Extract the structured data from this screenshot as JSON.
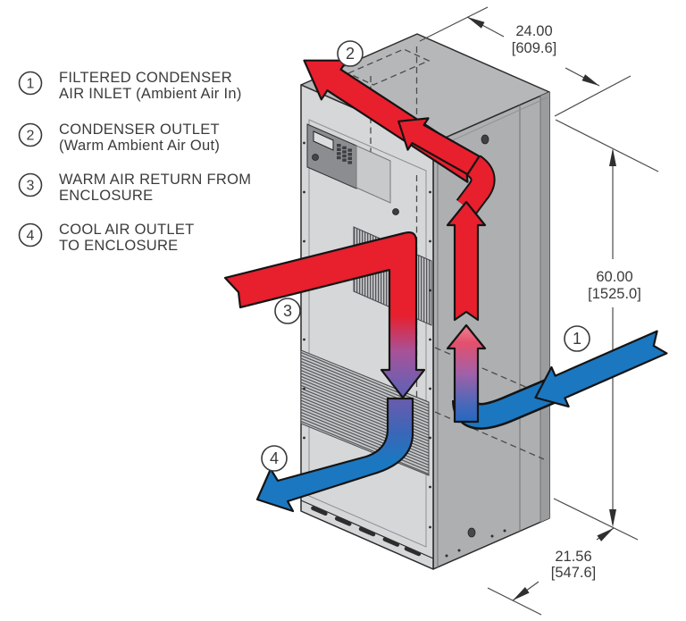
{
  "legend": {
    "items": [
      {
        "num": "1",
        "line1": "FILTERED CONDENSER",
        "line2": "AIR INLET (Ambient Air In)"
      },
      {
        "num": "2",
        "line1": "CONDENSER OUTLET",
        "line2": "(Warm Ambient Air Out)"
      },
      {
        "num": "3",
        "line1": "WARM AIR RETURN FROM",
        "line2": "ENCLOSURE"
      },
      {
        "num": "4",
        "line1": "COOL AIR OUTLET",
        "line2": "TO ENCLOSURE"
      }
    ]
  },
  "callouts": {
    "inlet": "1",
    "condenser_outlet": "2",
    "warm_return": "3",
    "cool_outlet": "4"
  },
  "dimensions": {
    "width": {
      "inches": "24.00",
      "mm": "[609.6]"
    },
    "height": {
      "inches": "60.00",
      "mm": "[1525.0]"
    },
    "depth": {
      "inches": "21.56",
      "mm": "[547.6]"
    }
  },
  "colors": {
    "warm_air": "#e81f2d",
    "cool_air": "#1b77c0",
    "cabinet_front": "#d6d7d8",
    "cabinet_side": "#aeafb1",
    "cabinet_top": "#b6b7b9"
  }
}
